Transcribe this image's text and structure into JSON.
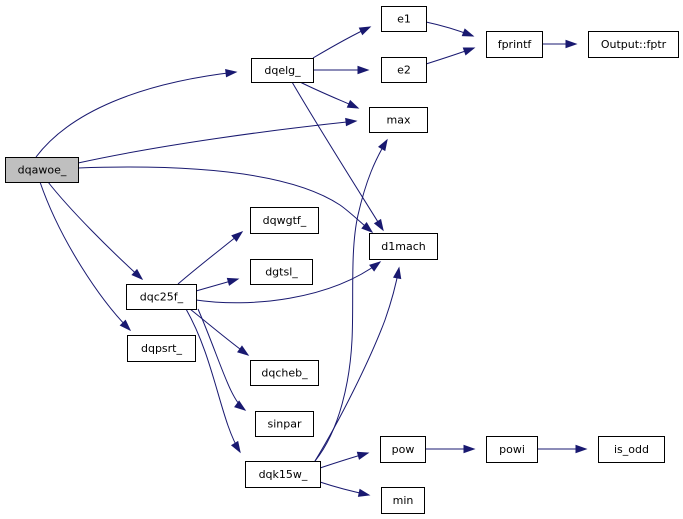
{
  "graph": {
    "nodes": [
      {
        "id": "dqawoe_",
        "label": "dqawoe_",
        "root": true
      },
      {
        "id": "dqelg_",
        "label": "dqelg_"
      },
      {
        "id": "e1",
        "label": "e1"
      },
      {
        "id": "e2",
        "label": "e2"
      },
      {
        "id": "fprintf",
        "label": "fprintf"
      },
      {
        "id": "Output::fptr",
        "label": "Output::fptr"
      },
      {
        "id": "max",
        "label": "max"
      },
      {
        "id": "d1mach",
        "label": "d1mach"
      },
      {
        "id": "dqwgtf_",
        "label": "dqwgtf_"
      },
      {
        "id": "dgtsl_",
        "label": "dgtsl_"
      },
      {
        "id": "dqc25f_",
        "label": "dqc25f_"
      },
      {
        "id": "dqpsrt_",
        "label": "dqpsrt_"
      },
      {
        "id": "dqcheb_",
        "label": "dqcheb_"
      },
      {
        "id": "sinpar",
        "label": "sinpar"
      },
      {
        "id": "dqk15w_",
        "label": "dqk15w_"
      },
      {
        "id": "pow",
        "label": "pow"
      },
      {
        "id": "powi",
        "label": "powi"
      },
      {
        "id": "is_odd",
        "label": "is_odd"
      },
      {
        "id": "min",
        "label": "min"
      }
    ],
    "edges": [
      {
        "from": "dqawoe_",
        "to": "dqelg_"
      },
      {
        "from": "dqawoe_",
        "to": "max"
      },
      {
        "from": "dqawoe_",
        "to": "d1mach"
      },
      {
        "from": "dqawoe_",
        "to": "dqc25f_"
      },
      {
        "from": "dqawoe_",
        "to": "dqpsrt_"
      },
      {
        "from": "dqelg_",
        "to": "e1"
      },
      {
        "from": "dqelg_",
        "to": "e2"
      },
      {
        "from": "dqelg_",
        "to": "max"
      },
      {
        "from": "dqelg_",
        "to": "d1mach"
      },
      {
        "from": "e1",
        "to": "fprintf"
      },
      {
        "from": "e2",
        "to": "fprintf"
      },
      {
        "from": "fprintf",
        "to": "Output::fptr"
      },
      {
        "from": "dqc25f_",
        "to": "dqwgtf_"
      },
      {
        "from": "dqc25f_",
        "to": "dgtsl_"
      },
      {
        "from": "dqc25f_",
        "to": "d1mach"
      },
      {
        "from": "dqc25f_",
        "to": "dqcheb_"
      },
      {
        "from": "dqc25f_",
        "to": "sinpar"
      },
      {
        "from": "dqc25f_",
        "to": "dqk15w_"
      },
      {
        "from": "dqk15w_",
        "to": "max"
      },
      {
        "from": "dqk15w_",
        "to": "d1mach"
      },
      {
        "from": "dqk15w_",
        "to": "pow"
      },
      {
        "from": "dqk15w_",
        "to": "min"
      },
      {
        "from": "pow",
        "to": "powi"
      },
      {
        "from": "powi",
        "to": "is_odd"
      }
    ]
  }
}
